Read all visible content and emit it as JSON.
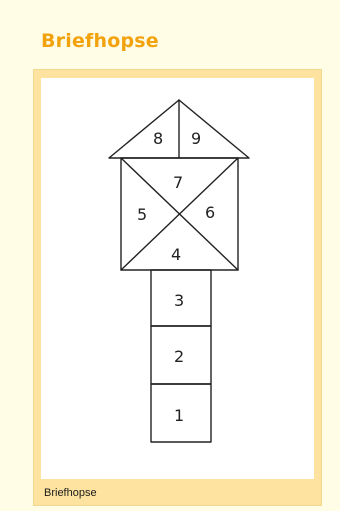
{
  "title": "Briefhopse",
  "figure": {
    "image_name": "hopscotch-drawing",
    "fields": [
      "1",
      "2",
      "3",
      "4",
      "5",
      "6",
      "7",
      "8",
      "9"
    ],
    "caption": "Briefhopse"
  }
}
